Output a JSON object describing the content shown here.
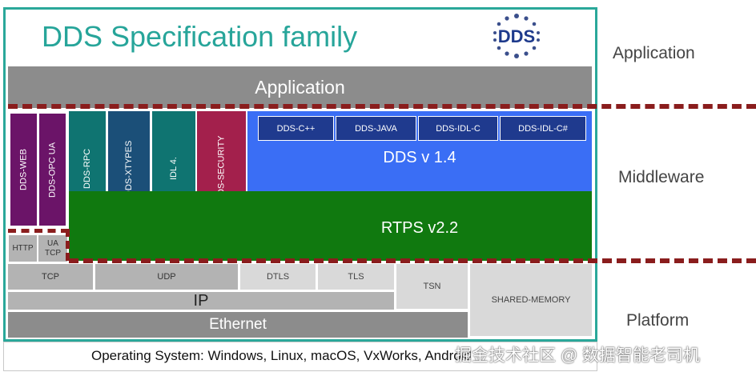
{
  "title": "DDS Specification family",
  "logo": {
    "text": "DDS",
    "icon": "dds-logo-icon"
  },
  "layers": {
    "application": "Application",
    "middleware": "Middleware",
    "platform": "Platform"
  },
  "application_bar": "Application",
  "specs": {
    "dds_web": "DDS-WEB",
    "dds_opc_ua": "DDS-OPC UA",
    "dds_rpc": "DDS-RPC",
    "dds_xtypes": "DDS-XTYPES",
    "idl4": "IDL 4.",
    "dds_security": "DDS-SECURITY"
  },
  "language_maps": [
    "DDS-C++",
    "DDS-JAVA",
    "DDS-IDL-C",
    "DDS-IDL-C#"
  ],
  "dds_version": "DDS v 1.4",
  "rtps_version": "RTPS v2.2",
  "small": {
    "http": "HTTP",
    "ua_tcp_1": "UA",
    "ua_tcp_2": "TCP"
  },
  "transport": {
    "tcp": "TCP",
    "udp": "UDP",
    "dtls": "DTLS",
    "tls": "TLS",
    "tsn": "TSN",
    "shared_memory": "SHARED-MEMORY",
    "ip": "IP",
    "ethernet": "Ethernet"
  },
  "os_line": "Operating System: Windows, Linux, macOS, VxWorks, Android",
  "watermark": "掘金技术社区 @ 数据智能老司机",
  "colors": {
    "teal_frame": "#2aa89a",
    "blue": "#3a6ef5",
    "dark_blue": "#1f3a8e",
    "green": "#10790f",
    "purple": "#6b1468",
    "teal": "#0f7471",
    "navy": "#1b4f78",
    "crimson": "#a3204c",
    "dash_red": "#8a1d1d"
  }
}
